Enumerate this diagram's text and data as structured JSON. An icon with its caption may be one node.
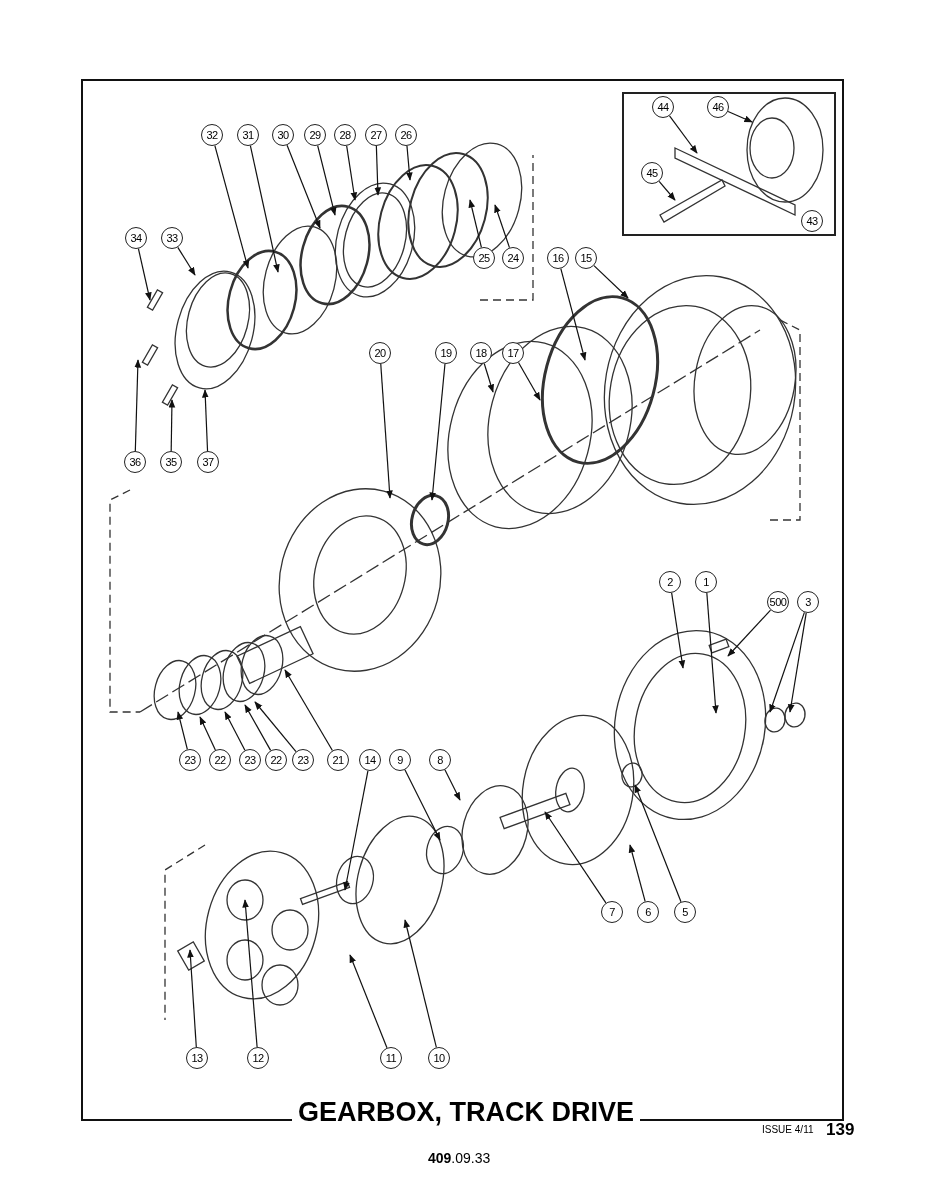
{
  "diagram": {
    "title": "GEARBOX, TRACK DRIVE",
    "nodes": [
      {
        "text": [],
        "shape": "box"
      },
      {
        "text": [
          "44"
        ],
        "in": 0
      },
      {
        "text": [
          "46"
        ],
        "in": 0
      },
      {
        "text": [
          "45"
        ],
        "in": 0
      },
      {
        "text": [
          "43"
        ],
        "in": 0
      },
      {
        "text": [
          "32"
        ]
      },
      {
        "text": [
          "31"
        ]
      },
      {
        "text": [
          "30"
        ]
      },
      {
        "text": [
          "29"
        ]
      },
      {
        "text": [
          "28"
        ]
      },
      {
        "text": [
          "27"
        ]
      },
      {
        "text": [
          "26"
        ]
      },
      {
        "text": [
          "34"
        ]
      },
      {
        "text": [
          "33"
        ]
      },
      {
        "text": [
          "25"
        ]
      },
      {
        "text": [
          "24"
        ]
      },
      {
        "text": [
          "16"
        ]
      },
      {
        "text": [
          "15"
        ]
      },
      {
        "text": [
          "36"
        ]
      },
      {
        "text": [
          "35"
        ]
      },
      {
        "text": [
          "37"
        ]
      },
      {
        "text": [
          "20"
        ]
      },
      {
        "text": [
          "19"
        ]
      },
      {
        "text": [
          "18"
        ]
      },
      {
        "text": [
          "17"
        ]
      },
      {
        "text": [
          "2"
        ]
      },
      {
        "text": [
          "1"
        ]
      },
      {
        "text": [
          "500"
        ]
      },
      {
        "text": [
          "3"
        ]
      },
      {
        "text": [
          "23"
        ]
      },
      {
        "text": [
          "22"
        ]
      },
      {
        "text": [
          "23"
        ]
      },
      {
        "text": [
          "22"
        ]
      },
      {
        "text": [
          "23"
        ]
      },
      {
        "text": [
          "21"
        ]
      },
      {
        "text": [
          "14"
        ]
      },
      {
        "text": [
          "9"
        ]
      },
      {
        "text": [
          "8"
        ]
      },
      {
        "text": [
          "7"
        ]
      },
      {
        "text": [
          "6"
        ]
      },
      {
        "text": [
          "5"
        ]
      },
      {
        "text": [
          "13"
        ]
      },
      {
        "text": [
          "12"
        ]
      },
      {
        "text": [
          "11"
        ]
      },
      {
        "text": [
          "10"
        ]
      }
    ],
    "edges": [
      {
        "from": 1,
        "to": null,
        "arrow": "to"
      },
      {
        "from": 2,
        "to": null,
        "arrow": "to"
      },
      {
        "from": 3,
        "to": null,
        "arrow": "to"
      },
      {
        "from": 5,
        "to": null,
        "arrow": "to"
      },
      {
        "from": 6,
        "to": null,
        "arrow": "to"
      },
      {
        "from": 7,
        "to": null,
        "arrow": "to"
      },
      {
        "from": 8,
        "to": null,
        "arrow": "to"
      },
      {
        "from": 9,
        "to": null,
        "arrow": "to"
      },
      {
        "from": 10,
        "to": null,
        "arrow": "to"
      },
      {
        "from": 11,
        "to": null,
        "arrow": "to"
      },
      {
        "from": 12,
        "to": null,
        "arrow": "to"
      },
      {
        "from": 13,
        "to": null,
        "arrow": "to"
      },
      {
        "from": 14,
        "to": null,
        "arrow": "to"
      },
      {
        "from": 15,
        "to": null,
        "arrow": "to"
      },
      {
        "from": 16,
        "to": null,
        "arrow": "to"
      },
      {
        "from": 17,
        "to": null,
        "arrow": "to"
      },
      {
        "from": 18,
        "to": null,
        "arrow": "to"
      },
      {
        "from": 19,
        "to": null,
        "arrow": "to"
      },
      {
        "from": 20,
        "to": null,
        "arrow": "to"
      },
      {
        "from": 21,
        "to": null,
        "arrow": "to"
      },
      {
        "from": 22,
        "to": null,
        "arrow": "to"
      },
      {
        "from": 23,
        "to": null,
        "arrow": "to"
      },
      {
        "from": 24,
        "to": null,
        "arrow": "to"
      },
      {
        "from": 25,
        "to": null,
        "arrow": "to"
      },
      {
        "from": 26,
        "to": null,
        "arrow": "to"
      },
      {
        "from": 27,
        "to": null,
        "arrow": "to"
      },
      {
        "from": 28,
        "to": null,
        "arrow": "to"
      },
      {
        "from": 28,
        "to": null,
        "arrow": "to"
      },
      {
        "from": 29,
        "to": null,
        "arrow": "to"
      },
      {
        "from": 30,
        "to": null,
        "arrow": "to"
      },
      {
        "from": 31,
        "to": null,
        "arrow": "to"
      },
      {
        "from": 32,
        "to": null,
        "arrow": "to"
      },
      {
        "from": 33,
        "to": null,
        "arrow": "to"
      },
      {
        "from": 34,
        "to": null,
        "arrow": "to"
      },
      {
        "from": 35,
        "to": null,
        "arrow": "to"
      },
      {
        "from": 36,
        "to": null,
        "arrow": "to"
      },
      {
        "from": 37,
        "to": null,
        "arrow": "to"
      },
      {
        "from": 38,
        "to": null,
        "arrow": "to"
      },
      {
        "from": 39,
        "to": null,
        "arrow": "to"
      },
      {
        "from": 40,
        "to": null,
        "arrow": "to"
      },
      {
        "from": 41,
        "to": null,
        "arrow": "to"
      },
      {
        "from": 42,
        "to": null,
        "arrow": "to"
      },
      {
        "from": 43,
        "to": null,
        "arrow": "to"
      },
      {
        "from": 44,
        "to": null,
        "arrow": "to"
      }
    ],
    "labels": [
      "ISSUE 4/11",
      "139",
      "**409**.09.33"
    ]
  }
}
